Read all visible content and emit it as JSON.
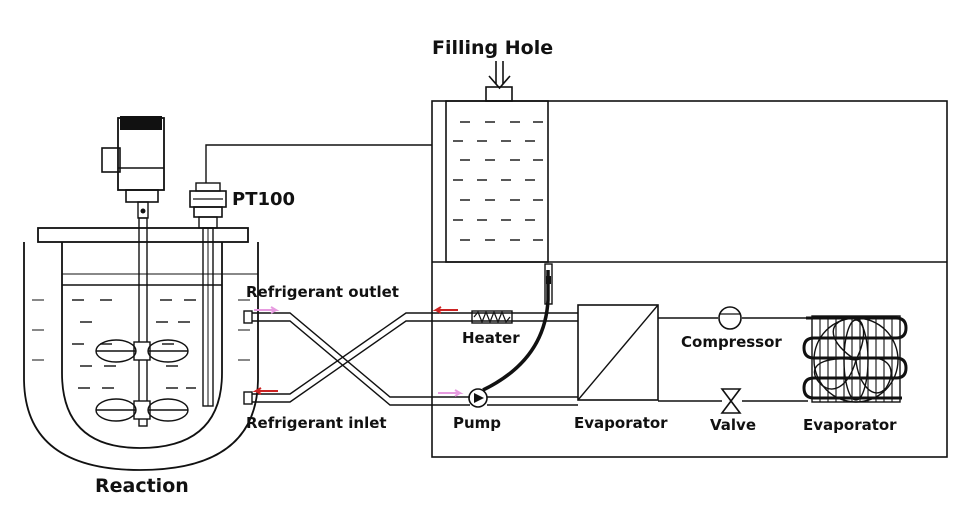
{
  "labels": {
    "filling_hole": "Filling Hole",
    "pt100": "PT100",
    "refrigerant_outlet": "Refrigerant  outlet",
    "refrigerant_inlet": "Refrigerant  inlet",
    "heater": "Heater",
    "pump": "Pump",
    "evaporator_left": "Evaporator",
    "compressor": "Compressor",
    "valve": "Valve",
    "evaporator_right": "Evaporator",
    "reaction": "Reaction"
  },
  "colors": {
    "line": "#111111",
    "arrow_red": "#cc2222",
    "arrow_pink": "#e79be0"
  }
}
